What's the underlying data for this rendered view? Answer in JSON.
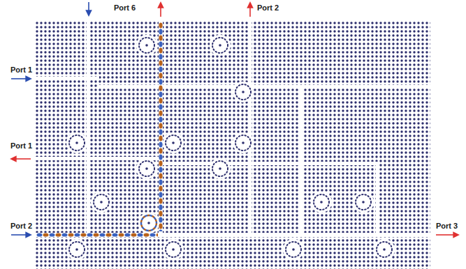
{
  "diagram": {
    "labels": [
      "Port 6",
      "Port 2",
      "Port 1",
      "Port 1",
      "Port 2",
      "Port 3"
    ]
  }
}
